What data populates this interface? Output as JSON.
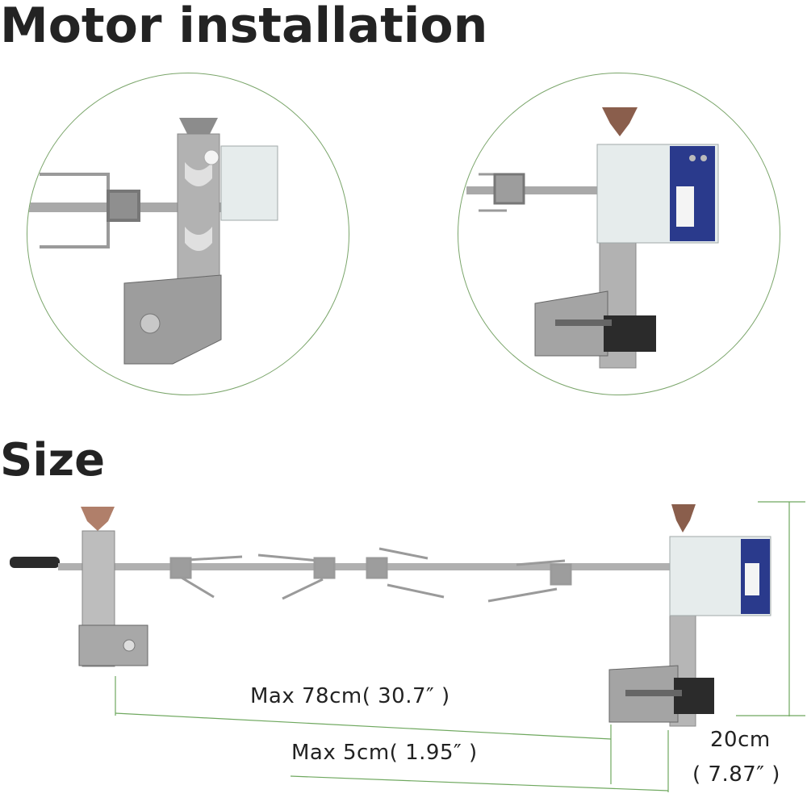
{
  "headings": {
    "motor_installation": "Motor installation",
    "size": "Size"
  },
  "dimensions": {
    "length": "Max 78cm( 30.7″ )",
    "width": "Max 5cm( 1.95″ )",
    "height": "20cm",
    "height_inch": "( 7.87″ )"
  },
  "colors": {
    "heading": "#232323",
    "circle_border": "#7aa56a",
    "dimension_line": "#6fa85f",
    "motor_body": "#e6ecec",
    "motor_panel": "#2a3a8c",
    "steel": "#b8b8b8",
    "copper_tip": "#b07f6a"
  },
  "icons": {
    "motor": "rotisserie-motor-icon",
    "bracket": "mounting-bracket-icon",
    "spit": "spit-rod-icon",
    "fork": "meat-fork-icon",
    "handle": "handle-icon"
  }
}
